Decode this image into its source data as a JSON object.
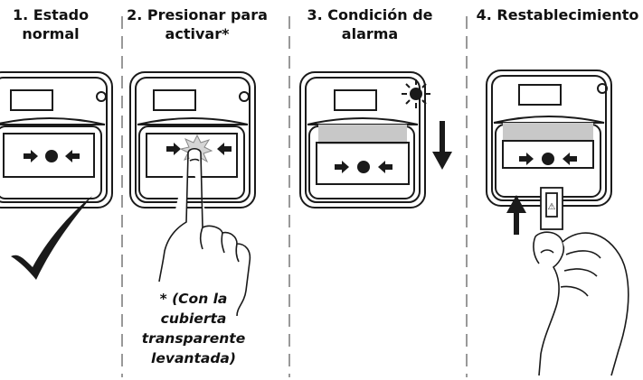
{
  "steps": [
    {
      "title": "1. Estado\nnormal"
    },
    {
      "title": "2. Presionar para\nactivar*"
    },
    {
      "title": "3. Condición de\nalarma"
    },
    {
      "title": "4. Restablecimiento"
    }
  ],
  "note": "* (Con la cubierta\ntransparente\nlevantada)",
  "reset_key_symbol": "⚠",
  "colors": {
    "stroke": "#1a1a1a",
    "glass_alarm": "#c8c8c8",
    "background": "#ffffff"
  }
}
